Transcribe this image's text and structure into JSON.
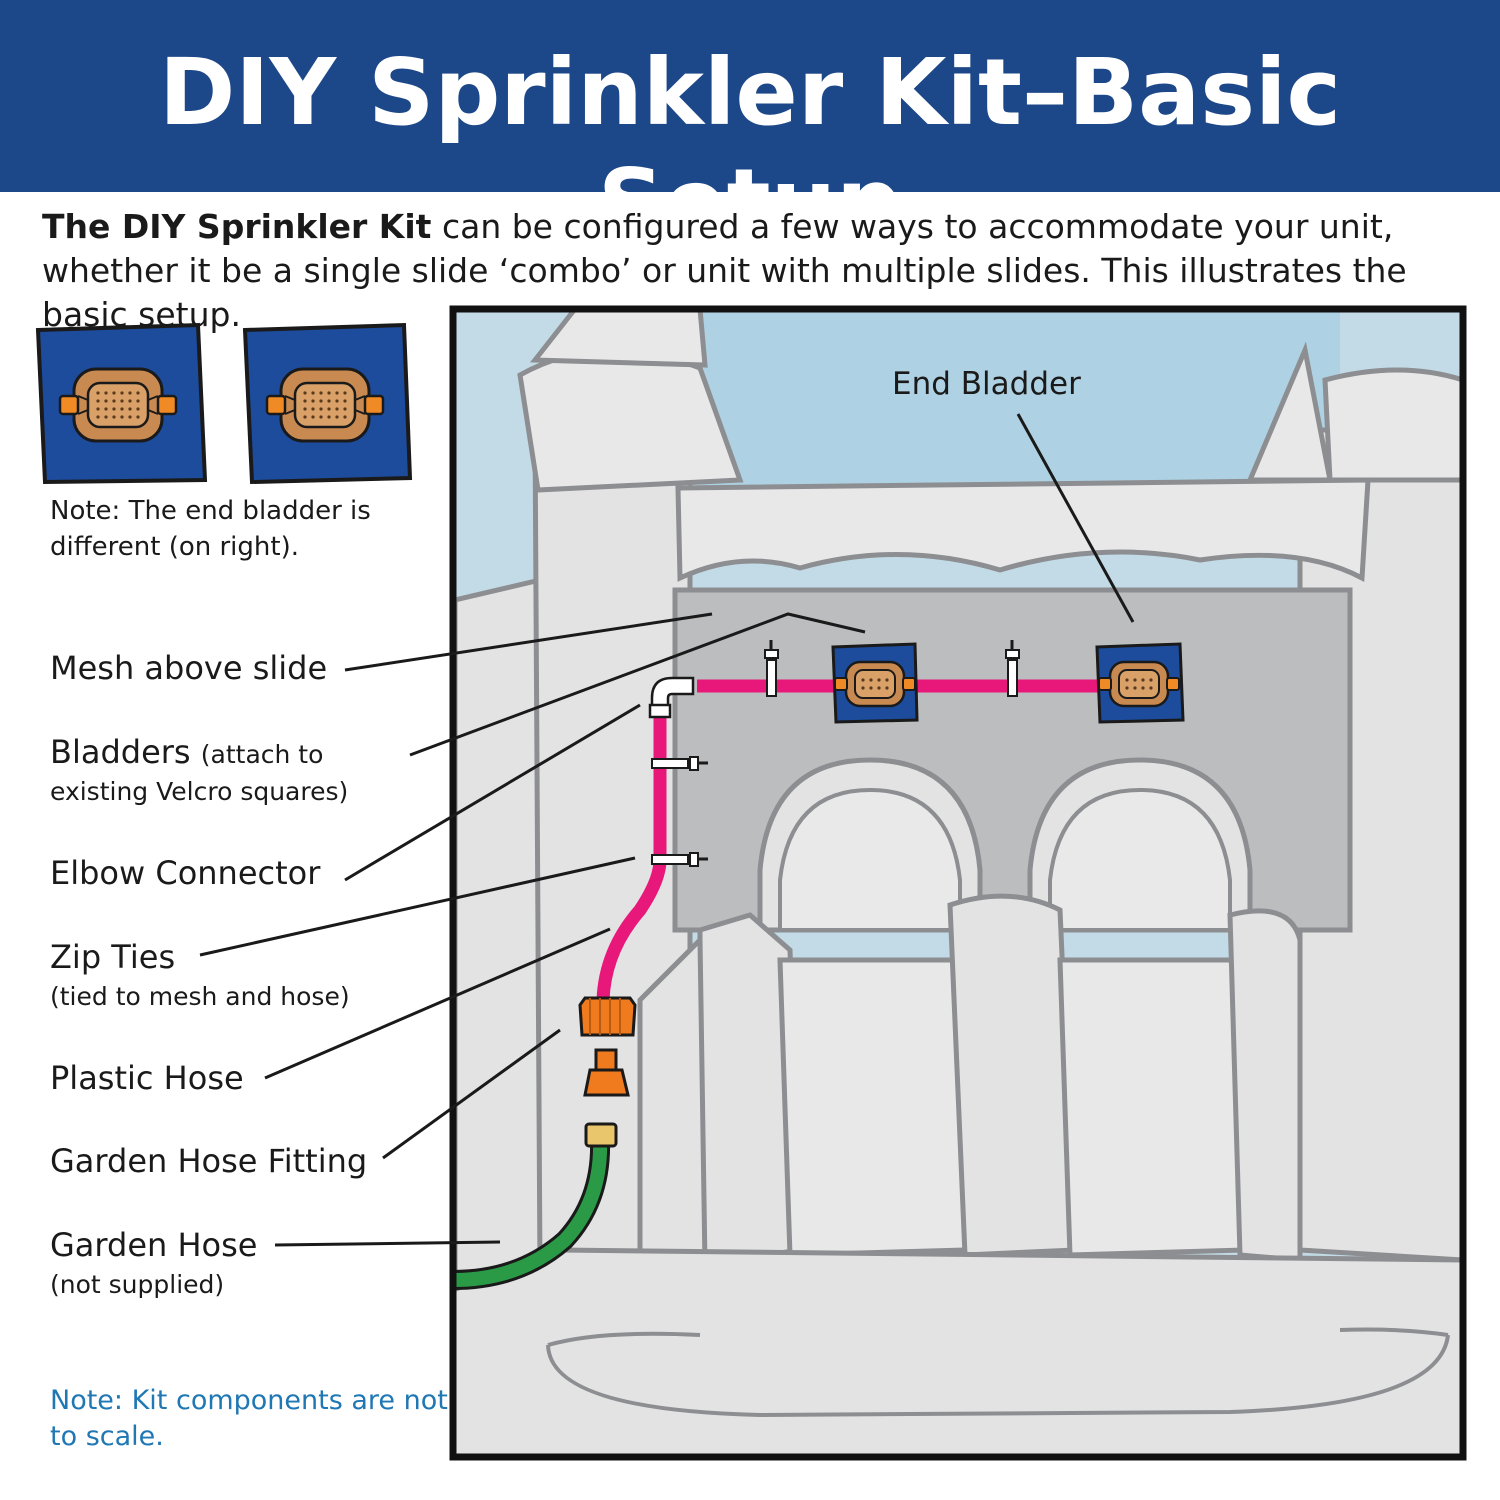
{
  "title": "DIY Sprinkler Kit–Basic Setup",
  "intro": {
    "bold": "The DIY Sprinkler Kit",
    "rest": " can be configured a few ways to accommodate your unit, whether it be a single slide ‘combo’ or unit with multiple slides. This illustrates the basic setup."
  },
  "note_top": "Note: The end bladder is different (on right).",
  "labels": {
    "end_bladder": "End Bladder",
    "mesh": "Mesh above slide",
    "bladders": "Bladders",
    "bladders_sub": "(attach to",
    "bladders_sub2": "existing Velcro squares)",
    "elbow": "Elbow Connector",
    "zip": "Zip Ties",
    "zip_sub": "(tied to mesh and hose)",
    "plastic_hose": "Plastic Hose",
    "fitting": "Garden Hose Fitting",
    "garden_hose": "Garden Hose",
    "garden_hose_sub": "(not supplied)"
  },
  "note_bottom": "Note: Kit components are not to scale.",
  "colors": {
    "header_bg": "#1c4788",
    "plastic_hose": "#e8177a",
    "garden_hose": "#2a9a47",
    "bladder_square": "#1d4c9c",
    "bladder_body": "#c98a52",
    "bladder_strap": "#f08a24",
    "note_blue": "#1f77b4"
  }
}
